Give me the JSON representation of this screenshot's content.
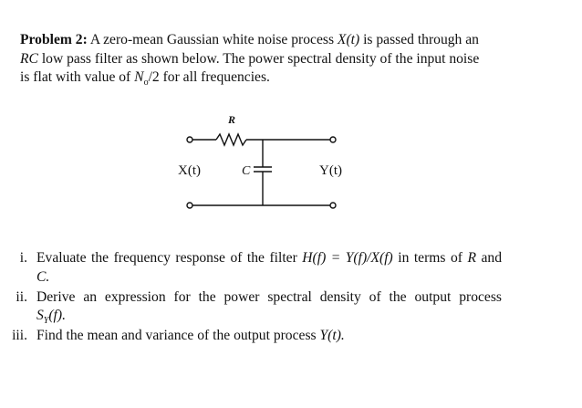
{
  "problem": {
    "label": "Problem 2:",
    "line1": "A zero-mean Gaussian white noise process",
    "x_of_t": "X(t)",
    "line1_end": "is passed through an",
    "rc": "RC",
    "line2": "low pass filter as shown below. The power spectral density of the input noise",
    "line3_start": "is flat with value of",
    "n0": "N",
    "n0_sub": "o",
    "line3_end": "/2 for all frequencies."
  },
  "circuit": {
    "resistor_label": "R",
    "capacitor_label": "C",
    "input_label": "X(t)",
    "output_label": "Y(t)"
  },
  "questions": [
    {
      "num": "i.",
      "text_a": "Evaluate the frequency response of the filter",
      "expr": "H(f) = Y(f)/X(f)",
      "text_b": "in terms of",
      "r": "R",
      "and": "and",
      "c": "C."
    },
    {
      "num": "ii.",
      "text_a": "Derive an expression for the power spectral density of the output process",
      "s": "S",
      "s_sub": "Y",
      "s_end": "(f)."
    },
    {
      "num": "iii.",
      "text_a": "Find the mean and variance of the output process",
      "y": "Y(t)."
    }
  ]
}
